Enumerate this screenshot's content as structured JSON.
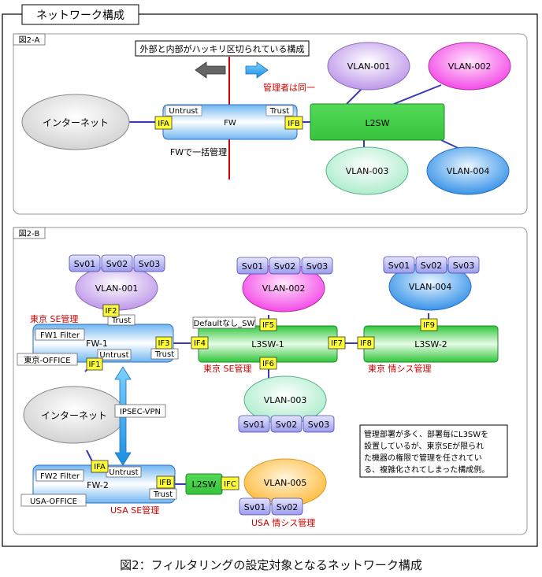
{
  "title": "ネットワーク構成",
  "caption": "図2：フィルタリングの設定対象となるネットワーク構成",
  "colors": {
    "lavender": "#c9a6ef",
    "magenta": "#ff55ee",
    "mint": "#bff0d8",
    "blue": "#3e9ef0",
    "green": "#43d24b",
    "fwblue": "#7cc0f5",
    "gray": "#d9d9d9",
    "orange": "#ffc04a",
    "ifyellow": "#ffff33",
    "server": "#a9a9f2",
    "red": "#d00000"
  },
  "diagA": {
    "label": "図2-A",
    "callout": "外部と内部がハッキリ区切られている構成",
    "admin_same": "管理者は同一",
    "internet": "インターネット",
    "fw": "FW",
    "fw_untrust": "Untrust",
    "fw_trust": "Trust",
    "fw_ifa": "IFA",
    "fw_ifb": "IFB",
    "fw_note": "FWで一括管理",
    "l2sw": "L2SW",
    "vlans": [
      "VLAN-001",
      "VLAN-002",
      "VLAN-003",
      "VLAN-004"
    ]
  },
  "diagB": {
    "label": "図2-B",
    "vlan001": "VLAN-001",
    "vlan002": "VLAN-002",
    "vlan003": "VLAN-003",
    "vlan004": "VLAN-004",
    "vlan005": "VLAN-005",
    "sv": [
      "Sv01",
      "Sv02",
      "Sv03"
    ],
    "tokyo_se": "東京 SE管理",
    "tokyo_se2": "東京 SE管理",
    "tokyo_jsys": "東京 情シス管理",
    "usa_se": "USA SE管理",
    "usa_jsys": "USA 情シス管理",
    "fw1": "FW-1",
    "fw1_filter": "FW1 Filter",
    "fw1_office": "東京-OFFICE",
    "fw2": "FW-2",
    "fw2_filter": "FW2 Filter",
    "fw2_office": "USA-OFFICE",
    "trust": "Trust",
    "untrust": "Untrust",
    "internet": "インターネット",
    "ipsec": "IPSEC-VPN",
    "l3sw1": "L3SW-1",
    "l3sw2": "L3SW-2",
    "l2sw": "L2SW",
    "default_none": "Defaultなし_SW",
    "ifs": {
      "IF1": "IF1",
      "IF2": "IF2",
      "IF3": "IF3",
      "IF4": "IF4",
      "IF5": "IF5",
      "IF6": "IF6",
      "IF7": "IF7",
      "IF8": "IF8",
      "IF9": "IF9",
      "IFA": "IFA",
      "IFB": "IFB",
      "IFC": "IFC"
    },
    "note": [
      "管理部署が多く、部署毎にL3SWを",
      "設置しているが、東京SEが限られ",
      "た機器の権限で管理を任されてい",
      "る、複雑化されてしまった構成例。"
    ]
  }
}
